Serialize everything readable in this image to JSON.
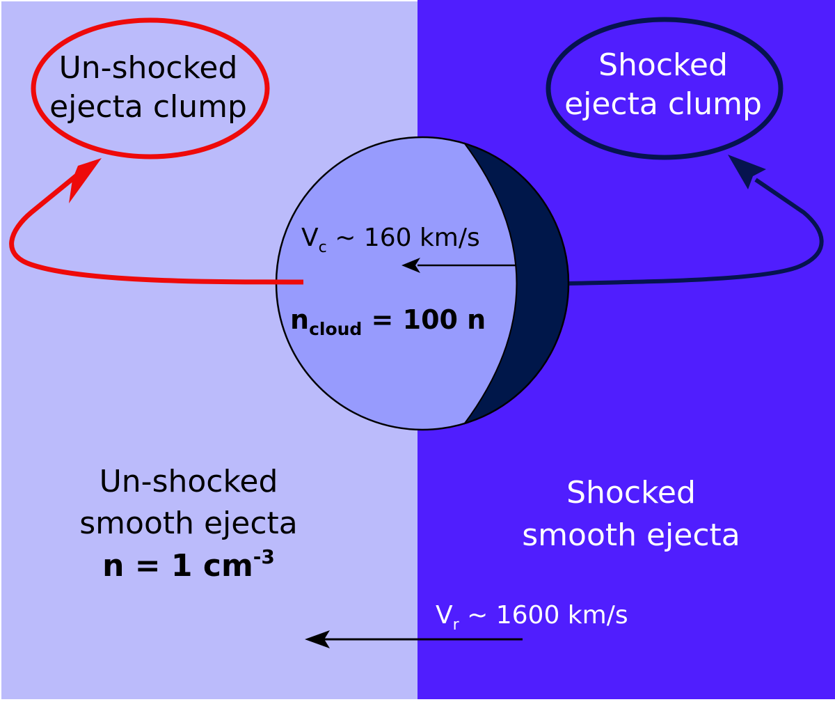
{
  "colors": {
    "unshocked_region": "#BBBBFB",
    "shocked_region": "#501EFE",
    "cloud_fill": "#979BFD",
    "shock_crescent": "#00174A",
    "unshocked_arrow": "#EE0A0A",
    "shocked_arrow": "#06134F",
    "dark_text": "#000000",
    "light_text": "#FFFFFF"
  },
  "unshocked_clump": {
    "line1": "Un-shocked",
    "line2": "ejecta clump"
  },
  "shocked_clump": {
    "line1": "Shocked",
    "line2": "ejecta clump"
  },
  "cloud": {
    "vc_symbol": "V",
    "vc_subscript": "c",
    "vc_value": " ~ 160 km/s",
    "density_symbol": "n",
    "density_subscript": "cloud",
    "density_value": " = 100 n"
  },
  "unshocked_smooth": {
    "line1": "Un-shocked",
    "line2": "smooth ejecta",
    "density_text": "n = 1 cm",
    "density_exponent": "-3"
  },
  "shocked_smooth": {
    "line1": "Shocked",
    "line2": "smooth ejecta"
  },
  "reverse_shock": {
    "vr_symbol": "V",
    "vr_subscript": "r",
    "vr_value": " ~ 1600 km/s"
  }
}
